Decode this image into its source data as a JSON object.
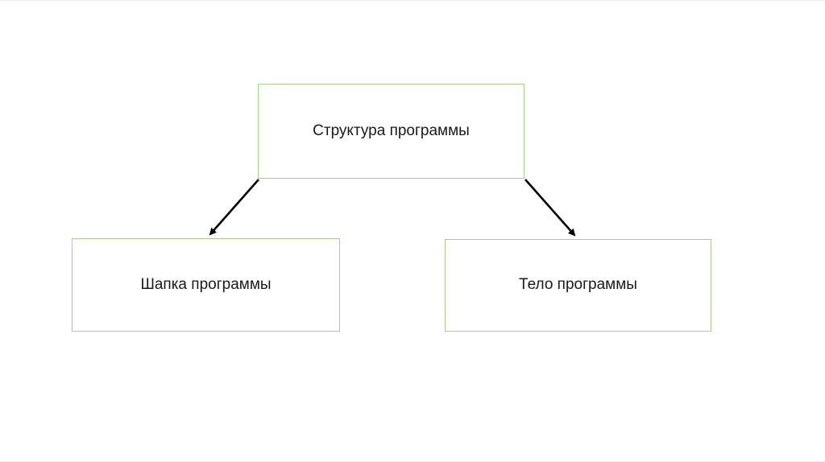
{
  "diagram": {
    "type": "flowchart",
    "root": {
      "id": "structure",
      "label": "Структура программы"
    },
    "children": [
      {
        "id": "header",
        "label": "Шапка программы",
        "parent": "structure"
      },
      {
        "id": "body",
        "label": "Тело программы",
        "parent": "structure"
      }
    ],
    "edges": [
      {
        "from": "structure",
        "to": "header",
        "style": "arrow"
      },
      {
        "from": "structure",
        "to": "body",
        "style": "arrow"
      }
    ],
    "colors": {
      "box_border": "#A9D18E",
      "box_fill": "#FFFFFF",
      "text": "#1A1A1A",
      "arrow": "#000000",
      "background": "#FFFFFF"
    }
  }
}
